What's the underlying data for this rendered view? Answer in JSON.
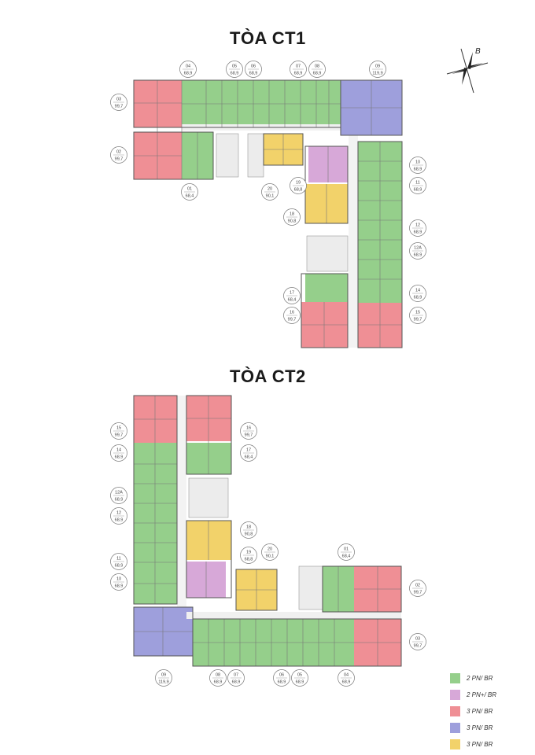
{
  "titles": {
    "ct1": "TÒA CT1",
    "ct2": "TÒA CT2"
  },
  "compass_letter": "B",
  "colors": {
    "green": "#95cf8b",
    "pink": "#d7a8d8",
    "red": "#ef8f95",
    "blue": "#9e9fdc",
    "yellow": "#f2d26a",
    "core": "#e9e9e9",
    "wall": "#777777"
  },
  "legend": [
    {
      "color": "#95cf8b",
      "label": "2 PN/ BR"
    },
    {
      "color": "#d7a8d8",
      "label": "2 PN+/ BR"
    },
    {
      "color": "#ef8f95",
      "label": "3 PN/ BR"
    },
    {
      "color": "#9e9fdc",
      "label": "3 PN/ BR"
    },
    {
      "color": "#f2d26a",
      "label": "3 PN/ BR"
    }
  ],
  "ct1_labels": [
    {
      "num": "04",
      "area": "68,9"
    },
    {
      "num": "05",
      "area": "68,9"
    },
    {
      "num": "06",
      "area": "68,9"
    },
    {
      "num": "07",
      "area": "68,9"
    },
    {
      "num": "08",
      "area": "68,9"
    },
    {
      "num": "09",
      "area": "119,9"
    },
    {
      "num": "03",
      "area": "99,7"
    },
    {
      "num": "02",
      "area": "99,7"
    },
    {
      "num": "01",
      "area": "68,4"
    },
    {
      "num": "20",
      "area": "90,1"
    },
    {
      "num": "19",
      "area": "68,8"
    },
    {
      "num": "18",
      "area": "90,8"
    },
    {
      "num": "10",
      "area": "68,9"
    },
    {
      "num": "11",
      "area": "68,9"
    },
    {
      "num": "12",
      "area": "68,9"
    },
    {
      "num": "12A",
      "area": "68,9"
    },
    {
      "num": "14",
      "area": "68,9"
    },
    {
      "num": "15",
      "area": "99,7"
    },
    {
      "num": "17",
      "area": "68,4"
    },
    {
      "num": "16",
      "area": "99,7"
    }
  ],
  "ct2_labels": [
    {
      "num": "15",
      "area": "99,7"
    },
    {
      "num": "16",
      "area": "99,7"
    },
    {
      "num": "14",
      "area": "68,9"
    },
    {
      "num": "17",
      "area": "68,4"
    },
    {
      "num": "12A",
      "area": "68,9"
    },
    {
      "num": "12",
      "area": "68,9"
    },
    {
      "num": "18",
      "area": "90,8"
    },
    {
      "num": "11",
      "area": "68,9"
    },
    {
      "num": "19",
      "area": "68,8"
    },
    {
      "num": "20",
      "area": "90,1"
    },
    {
      "num": "01",
      "area": "68,4"
    },
    {
      "num": "10",
      "area": "68,9"
    },
    {
      "num": "02",
      "area": "99,7"
    },
    {
      "num": "03",
      "area": "99,7"
    },
    {
      "num": "09",
      "area": "119,9"
    },
    {
      "num": "08",
      "area": "68,9"
    },
    {
      "num": "07",
      "area": "68,9"
    },
    {
      "num": "06",
      "area": "68,9"
    },
    {
      "num": "05",
      "area": "68,9"
    },
    {
      "num": "04",
      "area": "68,9"
    }
  ]
}
